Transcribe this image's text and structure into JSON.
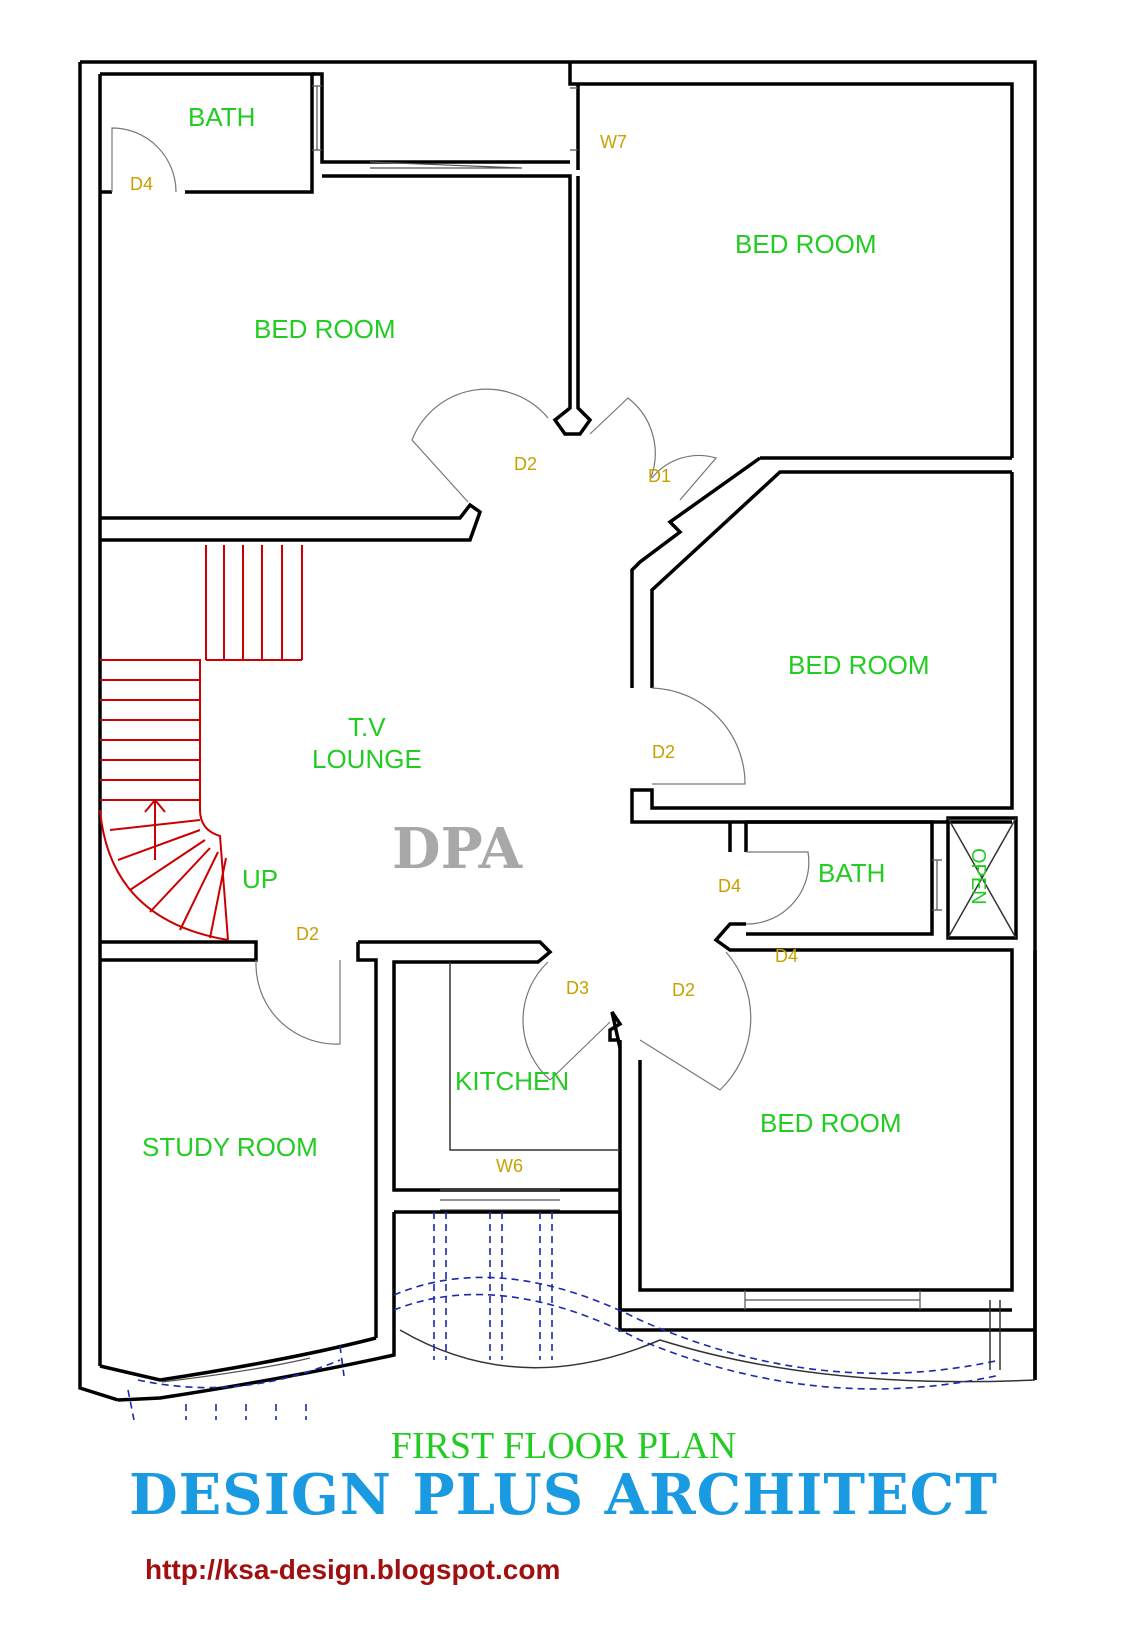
{
  "rooms": {
    "bath_top": "BATH",
    "bed_top_left": "BED ROOM",
    "bed_top_right": "BED ROOM",
    "bed_middle_right": "BED ROOM",
    "tv_lounge_line1": "T.V",
    "tv_lounge_line2": "LOUNGE",
    "bath_right": "BATH",
    "study_room": "STUDY ROOM",
    "kitchen": "KITCHEN",
    "bed_bottom_right": "BED ROOM"
  },
  "tags": {
    "d4_top": "D4",
    "w7": "W7",
    "d2_bed_left": "D2",
    "d1": "D1",
    "d2_bed_mid": "D2",
    "d4_bath": "D4",
    "d4_bed_bottom": "D4",
    "d2_study": "D2",
    "d3": "D3",
    "d2_bed_bottom": "D2",
    "w6": "W6"
  },
  "stair_label": "UP",
  "open_label": "OPEN",
  "watermark": "DPA",
  "title": "FIRST FLOOR PLAN",
  "firm": "DESIGN PLUS ARCHITECT",
  "url": "http://ksa-design.blogspot.com",
  "colors": {
    "room_label": "#22cc22",
    "tag": "#c8a000",
    "stairs": "#cc0000",
    "dashed_outline": "#1a2aa8",
    "firm": "#1a9ae0",
    "url": "#a01010",
    "watermark": "#a8a8a8"
  }
}
